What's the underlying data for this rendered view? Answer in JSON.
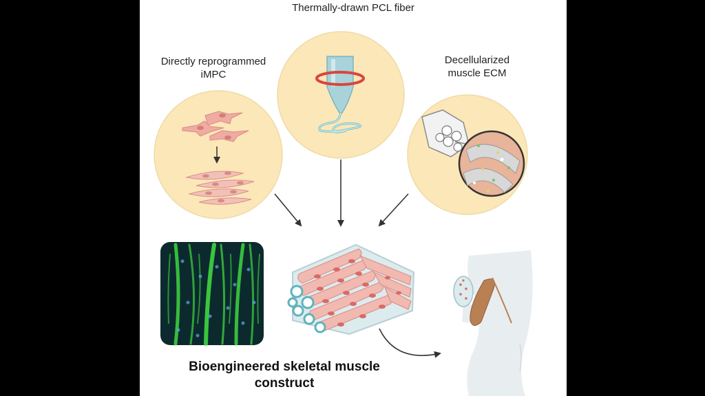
{
  "labels": {
    "pcl_fiber": "Thermally-drawn  PCL fiber",
    "imp_line1": "Directly reprogrammed",
    "imp_line2": "iMPC",
    "ecm_line1": "Decellularized",
    "ecm_line2": "muscle  ECM",
    "construct_line1": "Bioengineered skeletal muscle",
    "construct_line2": "construct"
  },
  "colors": {
    "circle_fill": "#fbe7b8",
    "cell_pink": "#f0aba3",
    "fiber_teal": "#76c3c8",
    "ring_red": "#d9463c",
    "fluorescence_green": "#3fd63f",
    "limb_gray": "#e8edf0",
    "muscle_brown": "#b98054"
  }
}
